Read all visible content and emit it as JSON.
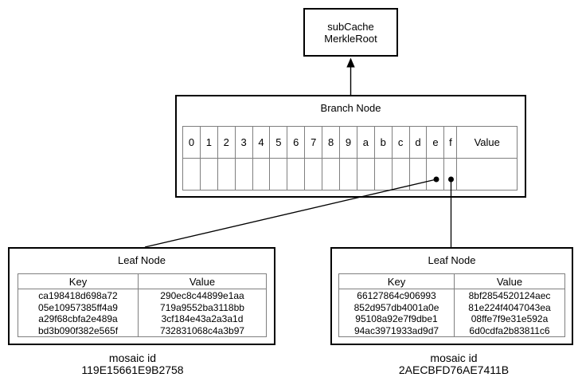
{
  "root_node": {
    "line1": "subCache",
    "line2": "MerkleRoot"
  },
  "branch_node": {
    "title": "Branch Node",
    "columns": [
      "0",
      "1",
      "2",
      "3",
      "4",
      "5",
      "6",
      "7",
      "8",
      "9",
      "a",
      "b",
      "c",
      "d",
      "e",
      "f"
    ],
    "value_label": "Value",
    "pointer_cells": [
      "e",
      "f"
    ]
  },
  "leaf_left": {
    "title": "Leaf Node",
    "key_header": "Key",
    "value_header": "Value",
    "keys": [
      "ca198418d698a72",
      "05e10957385ff4a9",
      "a29f68cbfa2e489a",
      "bd3b090f382e565f"
    ],
    "values": [
      "290ec8c44899e1aa",
      "719a9552ba3118bb",
      "3cf184e43a2a3a1d",
      "732831068c4a3b97"
    ],
    "mosaic_label": "mosaic id",
    "mosaic_id": "119E15661E9B2758"
  },
  "leaf_right": {
    "title": "Leaf Node",
    "key_header": "Key",
    "value_header": "Value",
    "keys": [
      "66127864c906993",
      "852d957db4001a0e",
      "95108a92e7f9dbe1",
      "94ac3971933ad9d7"
    ],
    "values": [
      "8bf2854520124aec",
      "81e224f4047043ea",
      "08ffe7f9e31e592a",
      "6d0cdfa2b83811c6"
    ],
    "mosaic_label": "mosaic id",
    "mosaic_id": "2AECBFD76AE7411B"
  },
  "colors": {
    "outer_border": "#000000",
    "table_border": "#7f7f7f",
    "background": "#ffffff",
    "text": "#000000"
  }
}
